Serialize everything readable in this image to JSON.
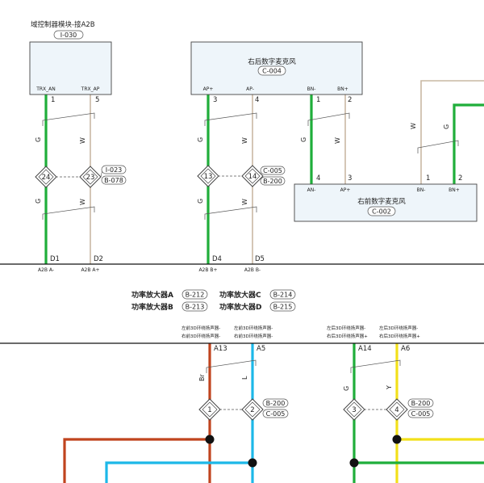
{
  "colors": {
    "green": "#1fae3a",
    "white_wire": "#c9b8a4",
    "blue": "#1cb8e8",
    "yellow": "#f2e01a",
    "brown": "#c0441e",
    "black": "#111111"
  },
  "top_section": {
    "domain_controller": {
      "title": "域控制器模块-接A2B",
      "code": "I-030",
      "pin_labels": [
        "TRX_AN",
        "TRX_AP"
      ],
      "pin_numbers": [
        "1",
        "5"
      ]
    },
    "rear_mic": {
      "title": "右后数字麦克风",
      "code": "C-004",
      "pin_labels": [
        "AP+",
        "AP-",
        "BN-",
        "BN+"
      ],
      "pin_numbers": [
        "3",
        "4",
        "1",
        "2"
      ]
    },
    "front_mic": {
      "title": "右前数字麦克风",
      "code": "C-002",
      "pin_labels": [
        "AN-",
        "AP+",
        "BN-",
        "BN+"
      ],
      "pin_numbers": [
        "4",
        "3",
        "1",
        "2"
      ]
    },
    "wire_colors": {
      "g": "G",
      "w": "W"
    },
    "splice_pairs": [
      {
        "left": "24",
        "right": "23",
        "codes": [
          "I-023",
          "B-078"
        ]
      },
      {
        "left": "13",
        "right": "14",
        "codes": [
          "C-005",
          "B-200"
        ]
      }
    ],
    "bus_terminals": [
      "D1",
      "D2",
      "D4",
      "D5"
    ],
    "bus_labels": [
      "A2B A-",
      "A2B A+",
      "A2B B+",
      "A2B B-"
    ]
  },
  "amplifier": {
    "rows": [
      {
        "label": "功率放大器A",
        "code": "B-212"
      },
      {
        "label": "功率放大器B",
        "code": "B-213"
      },
      {
        "label": "功率放大器C",
        "code": "B-214"
      },
      {
        "label": "功率放大器D",
        "code": "B-215"
      }
    ],
    "output_labels_left": [
      "左前3D环绕扬声器-",
      "右前3D环绕扬声器-"
    ],
    "output_labels_right": [
      "左后3D环绕扬声器-",
      "右后3D环绕扬声器+"
    ],
    "terminals": [
      "A13",
      "A5",
      "A14",
      "A6"
    ],
    "wire_colors": [
      "Br",
      "L",
      "G",
      "Y"
    ],
    "splices": [
      {
        "left": "1",
        "right": "2",
        "codes": [
          "B-200",
          "C-005"
        ]
      },
      {
        "left": "3",
        "right": "4",
        "codes": [
          "B-200",
          "C-005"
        ]
      }
    ]
  }
}
